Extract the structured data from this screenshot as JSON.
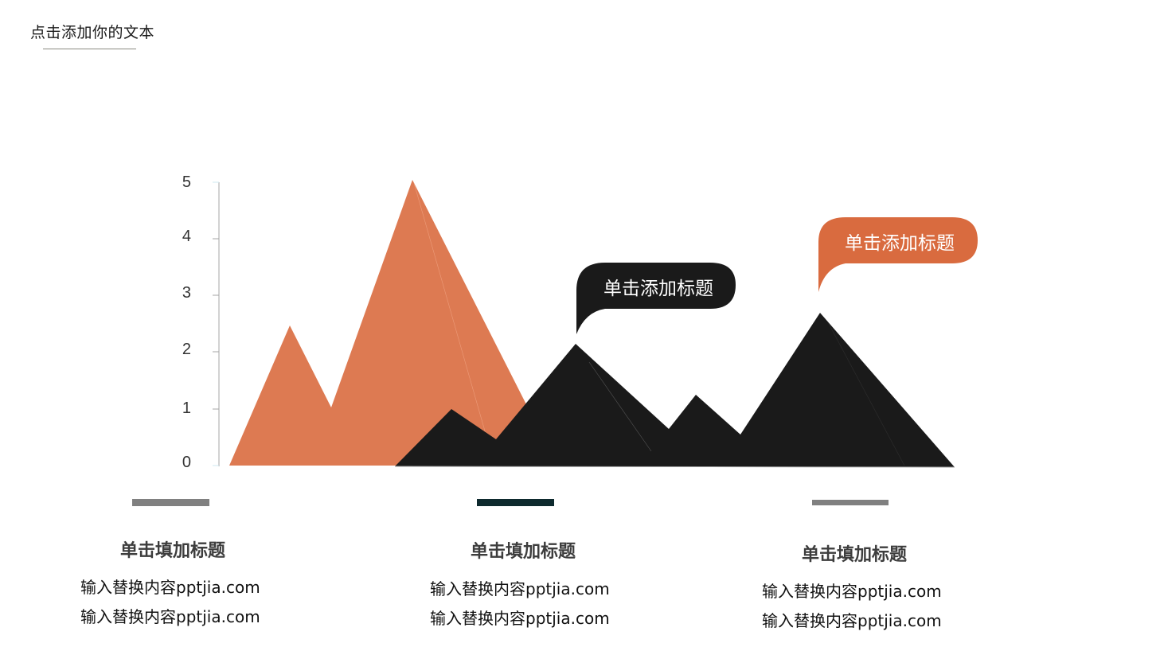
{
  "header": {
    "title": "点击添加你的文本"
  },
  "chart_data": {
    "type": "area",
    "title": "",
    "xlabel": "",
    "ylabel": "",
    "ylim": [
      0,
      5
    ],
    "yticks": [
      "0",
      "1",
      "2",
      "3",
      "4",
      "5"
    ],
    "grid": false,
    "legend": "none",
    "series": [
      {
        "name": "orange-peaks",
        "color": "#dd7a52",
        "points": [
          [
            0,
            0
          ],
          [
            1,
            2.45
          ],
          [
            2,
            1.0
          ],
          [
            3,
            5.0
          ],
          [
            4,
            0.45
          ],
          [
            5,
            0
          ]
        ]
      },
      {
        "name": "black-peaks",
        "color": "#1a1a1a",
        "points": [
          [
            0,
            0
          ],
          [
            1,
            1.0
          ],
          [
            2,
            0.45
          ],
          [
            3,
            2.15
          ],
          [
            4,
            0.65
          ],
          [
            5,
            1.25
          ],
          [
            6,
            0.55
          ],
          [
            7,
            2.7
          ],
          [
            8,
            0
          ]
        ]
      }
    ],
    "annotations": [
      {
        "text": "单击添加标题",
        "style": "black-callout",
        "color": "#1a1a1a"
      },
      {
        "text": "单击添加标题",
        "style": "orange-callout",
        "color": "#d96b3f"
      }
    ]
  },
  "cards": [
    {
      "marker_color": "#808080",
      "title": "单击填加标题",
      "lines": [
        "输入替换内容pptjia.com",
        "输入替换内容pptjia.com"
      ]
    },
    {
      "marker_color": "#0e2a2e",
      "title": "单击填加标题",
      "lines": [
        "输入替换内容pptjia.com",
        "输入替换内容pptjia.com"
      ]
    },
    {
      "marker_color": "#808080",
      "title": "单击填加标题",
      "lines": [
        "输入替换内容pptjia.com",
        "输入替换内容pptjia.com"
      ]
    }
  ],
  "colors": {
    "orange": "#dd7a52",
    "callout_orange": "#d96b3f",
    "black": "#1a1a1a",
    "axis": "#a6a6a6"
  }
}
